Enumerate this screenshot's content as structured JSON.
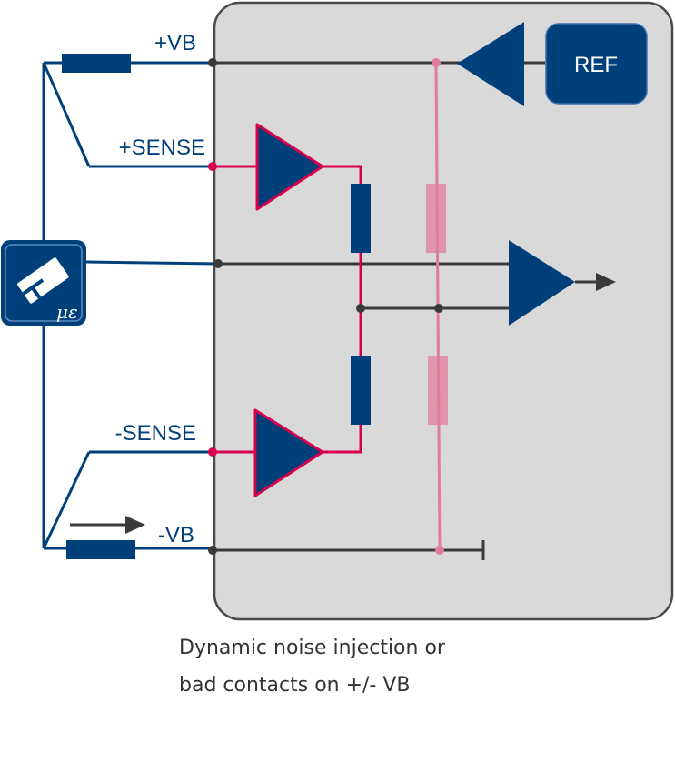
{
  "labels": {
    "plus_vb": "+VB",
    "plus_sense": "+SENSE",
    "minus_sense": "-SENSE",
    "minus_vb": "-VB",
    "ref": "REF",
    "sensor_symbol": "με"
  },
  "caption": {
    "line1": "Dynamic noise injection or",
    "line2": "bad contacts on +/- VB"
  },
  "colors": {
    "navy": "#00407a",
    "magenta": "#d6004f",
    "pink_noise": "#e07d9c",
    "wire_dark": "#3a3a3a",
    "panel_fill": "#d9d9d9",
    "panel_border": "#4a4a4a"
  }
}
